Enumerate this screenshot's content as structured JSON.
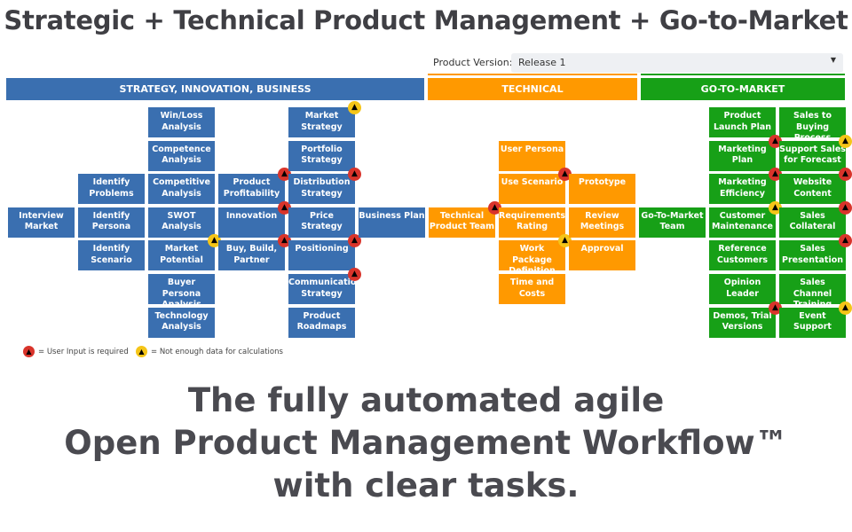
{
  "title": "Strategic + Technical Product Management + Go-to-Market",
  "product_version": {
    "label": "Product Version:",
    "value": "Release 1"
  },
  "sections": {
    "strategy": "STRATEGY, INNOVATION, BUSINESS",
    "technical": "TECHNICAL",
    "gtm": "GO-TO-MARKET"
  },
  "colors": {
    "strategy": "#3a6fb0",
    "technical": "#ff9900",
    "gtm": "#17a017",
    "red_badge": "#d9342b",
    "yellow_badge": "#f5c518"
  },
  "tiles": [
    {
      "label": "Interview Market",
      "badge": null
    },
    {
      "label": "Identify Problems",
      "badge": null
    },
    {
      "label": "Identify Persona",
      "badge": null
    },
    {
      "label": "Identify Scenario",
      "badge": null
    },
    {
      "label": "Win/Loss Analysis",
      "badge": null
    },
    {
      "label": "Competence Analysis",
      "badge": null
    },
    {
      "label": "Competitive Analysis",
      "badge": null
    },
    {
      "label": "SWOT Analysis",
      "badge": null
    },
    {
      "label": "Market Potential",
      "badge": "yellow"
    },
    {
      "label": "Buyer Persona Analysis",
      "badge": null
    },
    {
      "label": "Technology Analysis",
      "badge": null
    },
    {
      "label": "Product Profitability",
      "badge": "red"
    },
    {
      "label": "Innovation",
      "badge": "red"
    },
    {
      "label": "Buy, Build, Partner",
      "badge": "red"
    },
    {
      "label": "Market Strategy",
      "badge": "yellow"
    },
    {
      "label": "Portfolio Strategy",
      "badge": null
    },
    {
      "label": "Distribution Strategy",
      "badge": "red"
    },
    {
      "label": "Price Strategy",
      "badge": null
    },
    {
      "label": "Positioning",
      "badge": "red"
    },
    {
      "label": "Communication Strategy",
      "badge": "red"
    },
    {
      "label": "Product Roadmaps",
      "badge": null
    },
    {
      "label": "Business Plan",
      "badge": null
    },
    {
      "label": "Technical Product Team",
      "badge": "red"
    },
    {
      "label": "User Persona",
      "badge": null
    },
    {
      "label": "Use Scenario",
      "badge": "red"
    },
    {
      "label": "Requirements Rating",
      "badge": null
    },
    {
      "label": "Work Package Definition",
      "badge": "yellow"
    },
    {
      "label": "Time and Costs",
      "badge": null
    },
    {
      "label": "Prototype",
      "badge": null
    },
    {
      "label": "Review Meetings",
      "badge": null
    },
    {
      "label": "Approval",
      "badge": null
    },
    {
      "label": "Go-To-Market Team",
      "badge": null
    },
    {
      "label": "Product Launch Plan",
      "badge": null
    },
    {
      "label": "Marketing Plan",
      "badge": "red"
    },
    {
      "label": "Marketing Efficiency",
      "badge": "red"
    },
    {
      "label": "Customer Maintenance",
      "badge": "yellow"
    },
    {
      "label": "Reference Customers",
      "badge": null
    },
    {
      "label": "Opinion Leader",
      "badge": null
    },
    {
      "label": "Demos, Trial Versions",
      "badge": "red"
    },
    {
      "label": "Sales to Buying Process",
      "badge": null
    },
    {
      "label": "Support Sales for Forecast",
      "badge": "yellow"
    },
    {
      "label": "Website Content",
      "badge": "red"
    },
    {
      "label": "Sales Collateral",
      "badge": "red"
    },
    {
      "label": "Sales Presentation",
      "badge": "red"
    },
    {
      "label": "Sales Channel Training",
      "badge": null
    },
    {
      "label": "Event Support",
      "badge": "yellow"
    }
  ],
  "legend": {
    "red": "= User Input is required",
    "yellow": "= Not enough data for calculations"
  },
  "tagline": [
    "The fully automated agile",
    "Open Product Management Workflow™",
    "with clear tasks."
  ]
}
